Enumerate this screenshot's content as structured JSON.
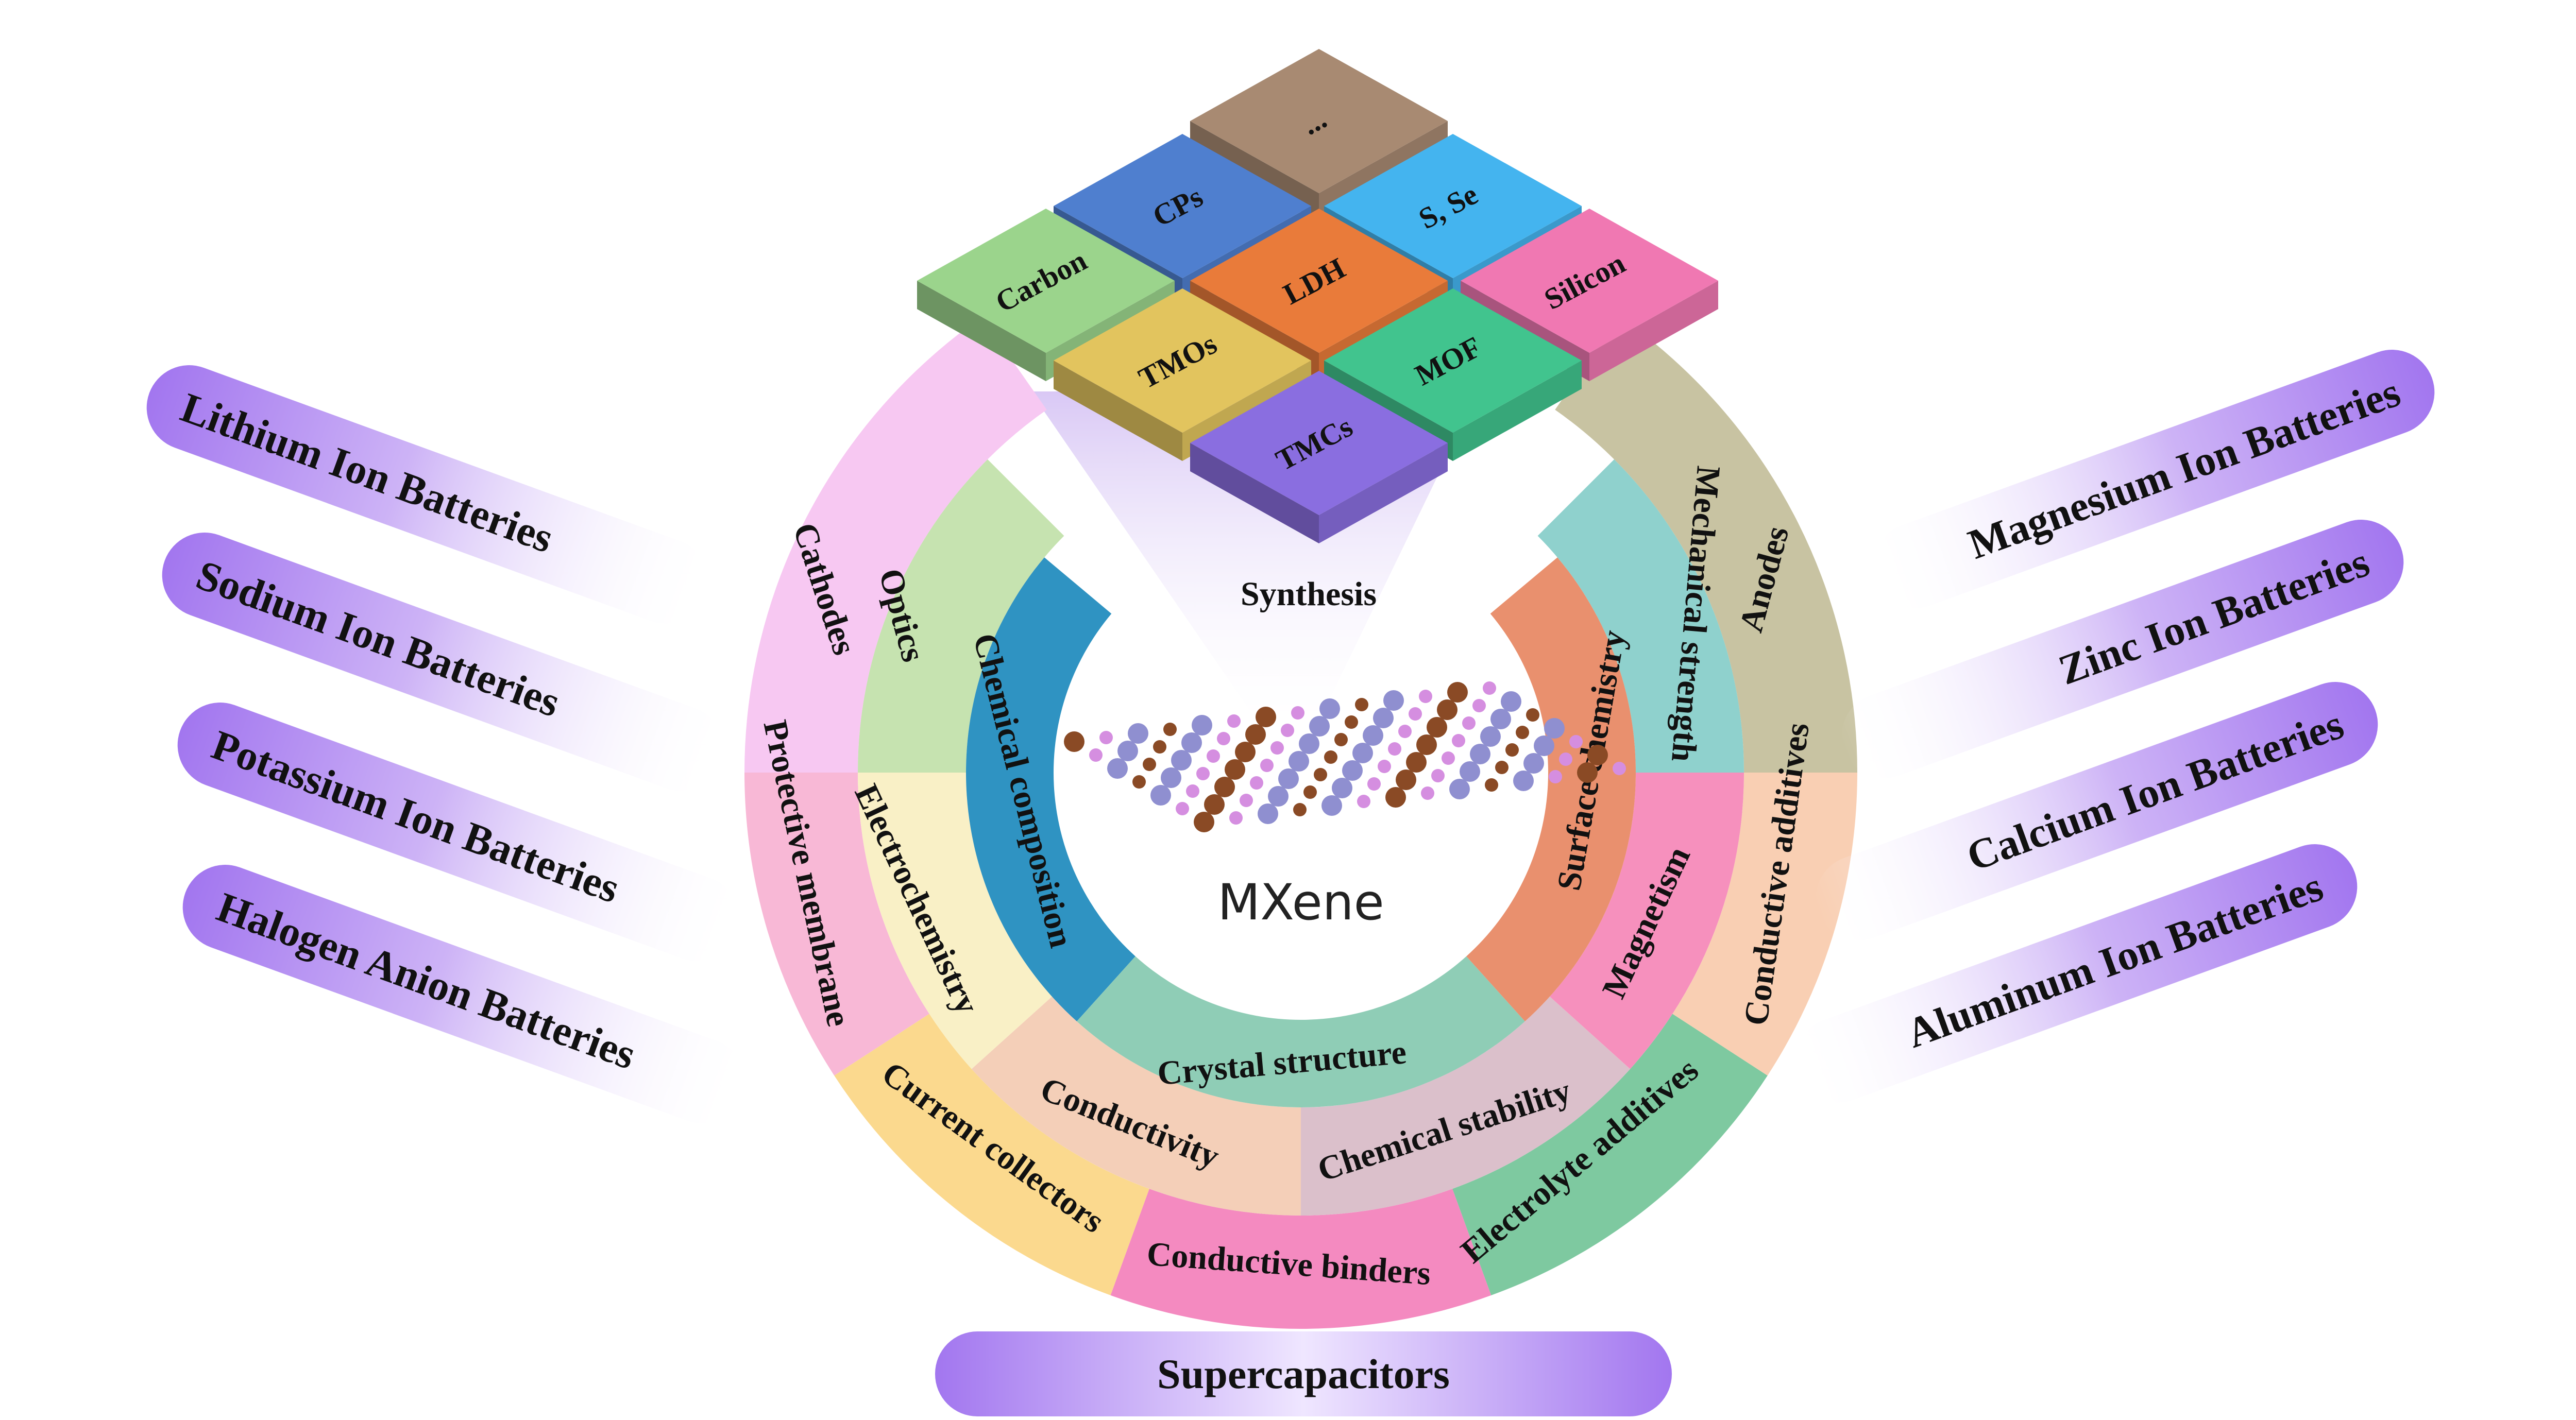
{
  "center": {
    "title": "MXene",
    "synthesis_label": "Synthesis"
  },
  "synthesis_tiles": [
    {
      "id": "dots",
      "label": "...",
      "color": "#a88a72"
    },
    {
      "id": "cps",
      "label": "CPs",
      "color": "#4f7fcf"
    },
    {
      "id": "sse",
      "label": "S, Se",
      "color": "#44b4ef"
    },
    {
      "id": "carbon",
      "label": "Carbon",
      "color": "#9bd48c"
    },
    {
      "id": "ldh",
      "label": "LDH",
      "color": "#e97b3a"
    },
    {
      "id": "silicon",
      "label": "Silicon",
      "color": "#f078b2"
    },
    {
      "id": "tmos",
      "label": "TMOs",
      "color": "#e2c45e"
    },
    {
      "id": "mof",
      "label": "MOF",
      "color": "#41c48e"
    },
    {
      "id": "tmcs",
      "label": "TMCs",
      "color": "#8a6ee0"
    }
  ],
  "inner_ring": {
    "chemical_composition": "Chemical composition",
    "crystal_structure": "Crystal structure",
    "surface_chemistry": "Surface chemistry"
  },
  "middle_ring": {
    "optics": "Optics",
    "electrochemistry": "Electrochemistry",
    "conductivity": "Conductivity",
    "chemical_stability": "Chemical  stability",
    "magnetism": "Magnetism",
    "mechanical_strength": "Mechanical strength"
  },
  "outer_ring": {
    "cathodes": "Cathodes",
    "protective_membrane": "Protective membrane",
    "current_collectors": "Current collectors",
    "conductive_binders": "Conductive binders",
    "electrolyte_additives": "Electrolyte additives",
    "conductive_additives": "Conductive additives",
    "anodes": "Anodes"
  },
  "applications_left": [
    "Lithium Ion Batteries",
    "Sodium Ion Batteries",
    "Potassium Ion Batteries",
    "Halogen Anion Batteries"
  ],
  "applications_right": [
    "Magnesium Ion Batteries",
    "Zinc Ion Batteries",
    "Calcium Ion Batteries",
    "Aluminum Ion Batteries"
  ],
  "applications_bottom": "Supercapacitors",
  "colors": {
    "pill": "#a57ef0",
    "ring_chemical_composition": "#2f93c2",
    "ring_crystal_structure": "#8fcdb6",
    "ring_surface_chemistry": "#e9906e",
    "ring_optics": "#c6e3b0",
    "ring_electrochemistry": "#f9f0c6",
    "ring_conductivity": "#f4cfb8",
    "ring_chemical_stability": "#dbc0cb",
    "ring_magnetism": "#f690bd",
    "ring_mechanical_strength": "#8fd1cd",
    "ring_cathodes": "#f7c8f2",
    "ring_protective_membrane": "#f8b8d6",
    "ring_current_collectors": "#fbd98e",
    "ring_conductive_binders": "#f48ac0",
    "ring_electrolyte_additives": "#7ec9a0",
    "ring_conductive_additives": "#f9cfb3",
    "ring_anodes": "#c8c3a2"
  }
}
